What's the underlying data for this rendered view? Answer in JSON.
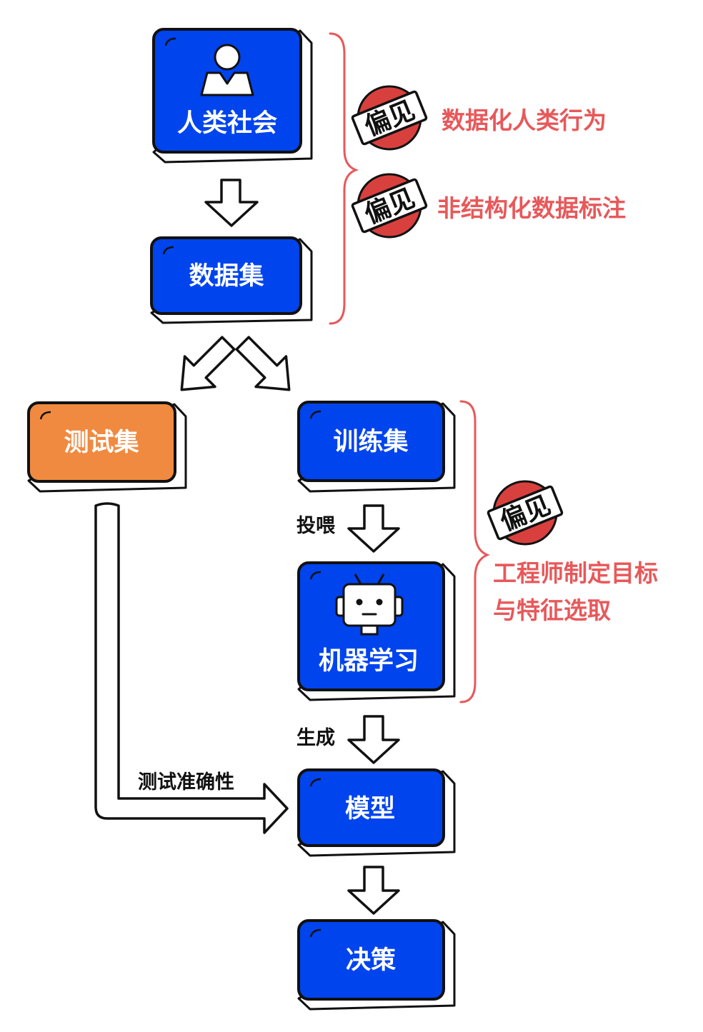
{
  "nodes": {
    "society": "人类社会",
    "dataset": "数据集",
    "test_set": "测试集",
    "train_set": "训练集",
    "ml": "机器学习",
    "model": "模型",
    "decision": "决策"
  },
  "edges": {
    "feed": "投喂",
    "generate": "生成",
    "test_accuracy": "测试准确性"
  },
  "bias": {
    "stamp": "偏见",
    "item1": "数据化人类行为",
    "item2": "非结构化数据标注",
    "item3_line1": "工程师制定目标",
    "item3_line2": "与特征选取"
  },
  "colors": {
    "blue": "#0044ee",
    "orange": "#f08a40",
    "bias_red": "#e8585a",
    "stamp_red": "#d8403e",
    "outline": "#111111"
  },
  "icons": {
    "society": "person-icon",
    "ml": "robot-icon"
  }
}
